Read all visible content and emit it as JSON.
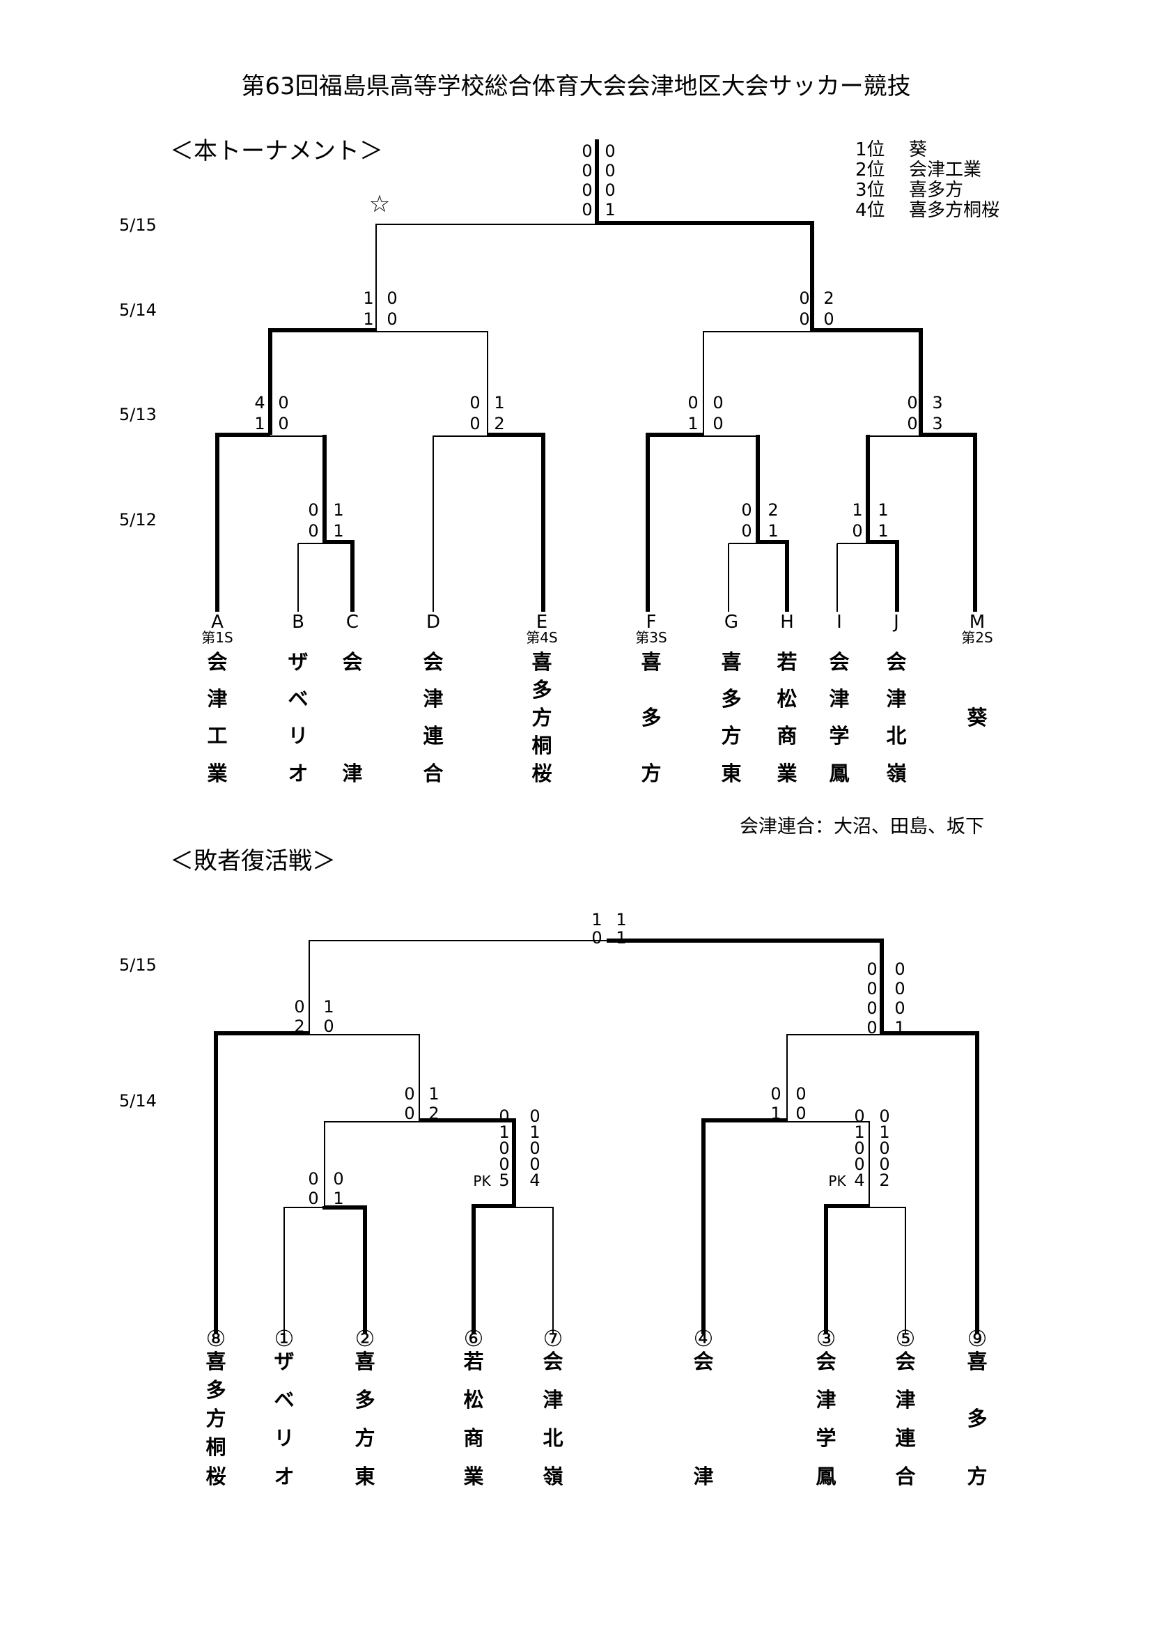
{
  "title": "第63回福島県高等学校総合体育大会会津地区大会サッカー競技",
  "main_section": "＜本トーナメント＞",
  "repechage_section": "＜敗者復活戦＞",
  "star": "☆",
  "rankings": [
    {
      "place": "1位",
      "team": "葵"
    },
    {
      "place": "2位",
      "team": "会津工業"
    },
    {
      "place": "3位",
      "team": "喜多方"
    },
    {
      "place": "4位",
      "team": "喜多方桐桜"
    }
  ],
  "note": "会津連合：大沼、田島、坂下",
  "main_dates": [
    "5/15",
    "5/14",
    "5/13",
    "5/12"
  ],
  "repechage_dates": [
    "5/15",
    "5/14"
  ],
  "main_entries": [
    {
      "letter": "A",
      "seed": "第1S",
      "chars": [
        "会",
        "津",
        "工",
        "業"
      ]
    },
    {
      "letter": "B",
      "seed": "",
      "chars": [
        "ザ",
        "ベ",
        "リ",
        "オ"
      ]
    },
    {
      "letter": "C",
      "seed": "",
      "chars": [
        "会",
        "津"
      ]
    },
    {
      "letter": "D",
      "seed": "",
      "chars": [
        "会",
        "津",
        "連",
        "合"
      ]
    },
    {
      "letter": "E",
      "seed": "第4S",
      "chars": [
        "喜",
        "多",
        "方",
        "桐",
        "桜"
      ]
    },
    {
      "letter": "F",
      "seed": "第3S",
      "chars": [
        "喜",
        "多",
        "方"
      ]
    },
    {
      "letter": "G",
      "seed": "",
      "chars": [
        "喜",
        "多",
        "方",
        "東"
      ]
    },
    {
      "letter": "H",
      "seed": "",
      "chars": [
        "若",
        "松",
        "商",
        "業"
      ]
    },
    {
      "letter": "I",
      "seed": "",
      "chars": [
        "会",
        "津",
        "学",
        "鳳"
      ]
    },
    {
      "letter": "J",
      "seed": "",
      "chars": [
        "会",
        "津",
        "北",
        "嶺"
      ]
    },
    {
      "letter": "M",
      "seed": "第2S",
      "chars": [
        "葵"
      ]
    }
  ],
  "repechage_entries": [
    {
      "num": "⑧",
      "chars": [
        "喜",
        "多",
        "方",
        "桐",
        "桜"
      ]
    },
    {
      "num": "①",
      "chars": [
        "ザ",
        "ベ",
        "リ",
        "オ"
      ]
    },
    {
      "num": "②",
      "chars": [
        "喜",
        "多",
        "方",
        "東"
      ]
    },
    {
      "num": "⑥",
      "chars": [
        "若",
        "松",
        "商",
        "業"
      ]
    },
    {
      "num": "⑦",
      "chars": [
        "会",
        "津",
        "北",
        "嶺"
      ]
    },
    {
      "num": "④",
      "chars": [
        "会",
        "津"
      ]
    },
    {
      "num": "③",
      "chars": [
        "会",
        "津",
        "学",
        "鳳"
      ]
    },
    {
      "num": "⑤",
      "chars": [
        "会",
        "津",
        "連",
        "合"
      ]
    },
    {
      "num": "⑨",
      "chars": [
        "喜",
        "多",
        "方"
      ]
    }
  ],
  "main_matches": [
    {
      "id": "final",
      "left": [
        "0",
        "0",
        "0",
        "0"
      ],
      "right": [
        "0",
        "0",
        "0",
        "1"
      ]
    },
    {
      "id": "semi-1",
      "left": [
        "1",
        "1"
      ],
      "right": [
        "0",
        "0"
      ]
    },
    {
      "id": "semi-2",
      "left": [
        "0",
        "0"
      ],
      "right": [
        "2",
        "0"
      ]
    },
    {
      "id": "qf-1",
      "left": [
        "4",
        "1"
      ],
      "right": [
        "0",
        "0"
      ]
    },
    {
      "id": "qf-2",
      "left": [
        "0",
        "0"
      ],
      "right": [
        "1",
        "2"
      ]
    },
    {
      "id": "qf-3",
      "left": [
        "0",
        "1"
      ],
      "right": [
        "0",
        "0"
      ]
    },
    {
      "id": "qf-4",
      "left": [
        "0",
        "0"
      ],
      "right": [
        "3",
        "3"
      ]
    },
    {
      "id": "r1-bc",
      "left": [
        "0",
        "0"
      ],
      "right": [
        "1",
        "1"
      ]
    },
    {
      "id": "r1-gh",
      "left": [
        "0",
        "0"
      ],
      "right": [
        "2",
        "1"
      ]
    },
    {
      "id": "r1-ij",
      "left": [
        "1",
        "0"
      ],
      "right": [
        "1",
        "1"
      ]
    }
  ],
  "repechage_matches": [
    {
      "id": "rep-final",
      "left": [
        "1",
        "0"
      ],
      "right": [
        "1",
        "1"
      ]
    },
    {
      "id": "rep-left",
      "left": [
        "0",
        "2"
      ],
      "right": [
        "1",
        "0"
      ]
    },
    {
      "id": "rep-right",
      "left": [
        "0",
        "0",
        "0",
        "0"
      ],
      "right": [
        "0",
        "0",
        "0",
        "1"
      ]
    },
    {
      "id": "rep-l2",
      "left": [
        "0",
        "0"
      ],
      "right": [
        "1",
        "2"
      ]
    },
    {
      "id": "rep-r2",
      "left": [
        "0",
        "1"
      ],
      "right": [
        "0",
        "0"
      ]
    },
    {
      "id": "rep-12",
      "left": [
        "0",
        "0"
      ],
      "right": [
        "0",
        "1"
      ]
    },
    {
      "id": "rep-67",
      "left": [
        "0",
        "1",
        "0",
        "0",
        "5"
      ],
      "right": [
        "0",
        "1",
        "0",
        "0",
        "4"
      ],
      "label": "PK"
    },
    {
      "id": "rep-35",
      "left": [
        "0",
        "1",
        "0",
        "0",
        "4"
      ],
      "right": [
        "0",
        "1",
        "0",
        "0",
        "2"
      ],
      "label": "PK"
    }
  ]
}
